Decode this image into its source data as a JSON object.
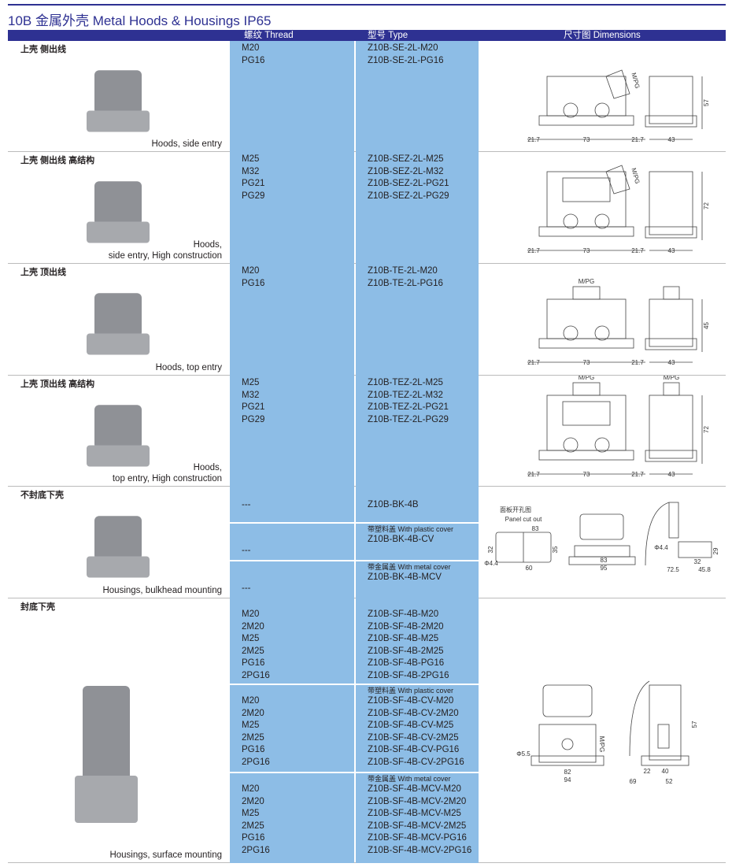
{
  "title": "10B 金属外壳 Metal Hoods & Housings  IP65",
  "header": {
    "thread": "螺纹 Thread",
    "type": "型号 Type",
    "dimensions": "尺寸图 Dimensions"
  },
  "sections": [
    {
      "label": "上壳 侧出线",
      "caption": [
        "Hoods, side entry"
      ],
      "subrows": [
        {
          "note": "",
          "threads": [
            "M20",
            "PG16"
          ],
          "types": [
            "Z10B-SE-2L-M20",
            "Z10B-SE-2L-PG16"
          ]
        }
      ],
      "dims": {
        "cable": "M/PG",
        "left": "21.7",
        "mid": "73",
        "right": "21.7",
        "depth": "43",
        "height": "57"
      }
    },
    {
      "label": "上壳 侧出线 高结构",
      "caption": [
        "Hoods,",
        "side entry, High construction"
      ],
      "subrows": [
        {
          "note": "",
          "threads": [
            "M25",
            "M32",
            "PG21",
            "PG29"
          ],
          "types": [
            "Z10B-SEZ-2L-M25",
            "Z10B-SEZ-2L-M32",
            "Z10B-SEZ-2L-PG21",
            "Z10B-SEZ-2L-PG29"
          ]
        }
      ],
      "dims": {
        "cable": "M/PG",
        "left": "21.7",
        "mid": "73",
        "right": "21.7",
        "depth": "43",
        "height": "72"
      }
    },
    {
      "label": "上壳 顶出线",
      "caption": [
        "Hoods, top entry"
      ],
      "subrows": [
        {
          "note": "",
          "threads": [
            "M20",
            "PG16"
          ],
          "types": [
            "Z10B-TE-2L-M20",
            "Z10B-TE-2L-PG16"
          ]
        }
      ],
      "dims": {
        "cable": "M/PG",
        "left": "21.7",
        "mid": "73",
        "right": "21.7",
        "depth": "43",
        "height": "45"
      }
    },
    {
      "label": "上壳 顶出线 高结构",
      "caption": [
        "Hoods,",
        "top entry, High construction"
      ],
      "subrows": [
        {
          "note": "",
          "threads": [
            "M25",
            "M32",
            "PG21",
            "PG29"
          ],
          "types": [
            "Z10B-TEZ-2L-M25",
            "Z10B-TEZ-2L-M32",
            "Z10B-TEZ-2L-PG21",
            "Z10B-TEZ-2L-PG29"
          ]
        }
      ],
      "dims": {
        "cable": "M/PG",
        "cable2": "M/PG",
        "left": "21.7",
        "mid": "73",
        "right": "21.7",
        "depth": "43",
        "height": "72"
      }
    },
    {
      "label": "不封底下壳",
      "caption": [
        "Housings, bulkhead mounting"
      ],
      "subrows": [
        {
          "note": "",
          "threads": [
            "---"
          ],
          "types": [
            "Z10B-BK-4B"
          ]
        },
        {
          "note": "带塑料盖 With plastic cover",
          "threads": [
            "---"
          ],
          "types": [
            "Z10B-BK-4B-CV"
          ]
        },
        {
          "note": "带金属盖 With metal cover",
          "threads": [
            "---"
          ],
          "types": [
            "Z10B-BK-4B-MCV"
          ]
        }
      ],
      "dims": {
        "cutout_cn": "面板开孔图",
        "cutout_en": "Panel cut out",
        "w1": "83",
        "h1": "32",
        "h2": "35",
        "hole": "Φ4.4",
        "w2": "60",
        "w3": "83",
        "w4": "95",
        "hole2": "Φ4.4",
        "h3": "29",
        "w5": "32",
        "w6": "72.5",
        "w7": "45.8"
      }
    },
    {
      "label": "封底下壳",
      "caption": [
        "Housings, surface mounting"
      ],
      "subrows": [
        {
          "note": "",
          "threads": [
            "M20",
            "2M20",
            "M25",
            "2M25",
            "PG16",
            "2PG16"
          ],
          "types": [
            "Z10B-SF-4B-M20",
            "Z10B-SF-4B-2M20",
            "Z10B-SF-4B-M25",
            "Z10B-SF-4B-2M25",
            "Z10B-SF-4B-PG16",
            "Z10B-SF-4B-2PG16"
          ]
        },
        {
          "note": "带塑料盖 With plastic cover",
          "threads": [
            "M20",
            "2M20",
            "M25",
            "2M25",
            "PG16",
            "2PG16"
          ],
          "types": [
            "Z10B-SF-4B-CV-M20",
            "Z10B-SF-4B-CV-2M20",
            "Z10B-SF-4B-CV-M25",
            "Z10B-SF-4B-CV-2M25",
            "Z10B-SF-4B-CV-PG16",
            "Z10B-SF-4B-CV-2PG16"
          ]
        },
        {
          "note": "带金属盖 With metal cover",
          "threads": [
            "M20",
            "2M20",
            "M25",
            "2M25",
            "PG16",
            "2PG16"
          ],
          "types": [
            "Z10B-SF-4B-MCV-M20",
            "Z10B-SF-4B-MCV-2M20",
            "Z10B-SF-4B-MCV-M25",
            "Z10B-SF-4B-MCV-2M25",
            "Z10B-SF-4B-MCV-PG16",
            "Z10B-SF-4B-MCV-2PG16"
          ]
        }
      ],
      "dims": {
        "hole": "Φ5.5",
        "w1": "82",
        "w2": "94",
        "cable": "M/PG",
        "d1": "22",
        "d2": "69",
        "d3": "40",
        "d4": "52",
        "height": "57"
      }
    }
  ],
  "colors": {
    "navy": "#2e3192",
    "cell": "#8dbde6"
  }
}
